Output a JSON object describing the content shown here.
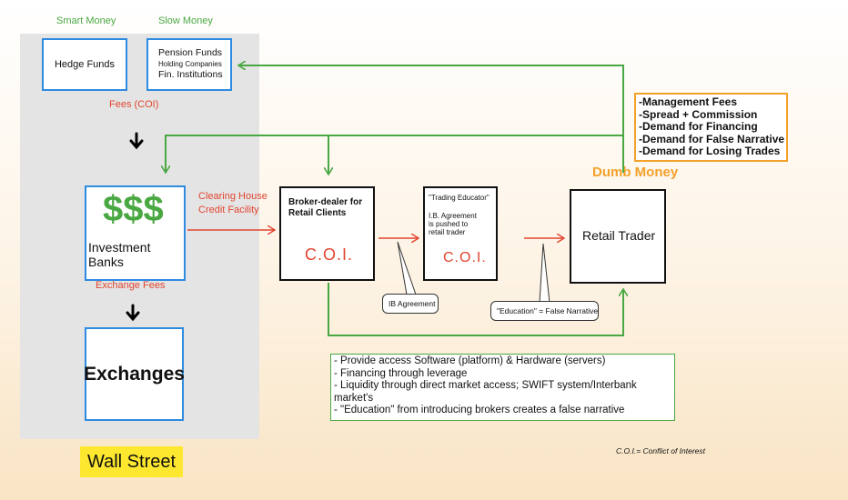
{
  "header": {
    "smart_money": "Smart Money",
    "slow_money": "Slow Money"
  },
  "hedge_funds": {
    "label": "Hedge Funds"
  },
  "pension": {
    "line1": "Pension Funds",
    "line2": "Holding Companies",
    "line3": "Fin. Institutions"
  },
  "fees_coi": "Fees (COI)",
  "investment_banks": {
    "symbol": "$$$",
    "label_line1": "Investment",
    "label_line2": "Banks"
  },
  "clearing": {
    "line1": "Clearing House",
    "line2": "Credit Facility"
  },
  "exchange_fees": "Exchange Fees",
  "exchanges": {
    "label": "Exchanges"
  },
  "wall_street": "Wall Street",
  "broker": {
    "line1": "Broker-dealer for",
    "line2": "Retail Clients",
    "coi": "C.O.I."
  },
  "educator": {
    "title": "\"Trading Educator\"",
    "line1": "I.B. Agreement",
    "line2": "is pushed to",
    "line3": "retail trader",
    "coi": "C.O.I."
  },
  "retail_trader": {
    "label": "Retail Trader"
  },
  "callouts": {
    "ib_agreement": "IB Agreement",
    "education": "\"Education\" = False Narrative"
  },
  "demands": {
    "items": [
      "-Management Fees",
      "-Spread + Commission",
      "-Demand for Financing",
      "-Demand for False Narrative",
      "-Demand for Losing Trades"
    ]
  },
  "dumb_money": "Dumb Money",
  "provides": {
    "items": [
      "- Provide access Software (platform) & Hardware (servers)",
      "- Financing through leverage",
      "- Liquidity through direct market access; SWIFT system/Interbank market's",
      "- \"Education\" from introducing brokers creates a false narrative"
    ]
  },
  "footnote": "C.O.I.= Conflict of Interest",
  "colors": {
    "green": "#4aa843",
    "red": "#e2452f",
    "blue": "#2e8be0",
    "orange": "#f4a12a",
    "yellow": "#fde82f"
  }
}
